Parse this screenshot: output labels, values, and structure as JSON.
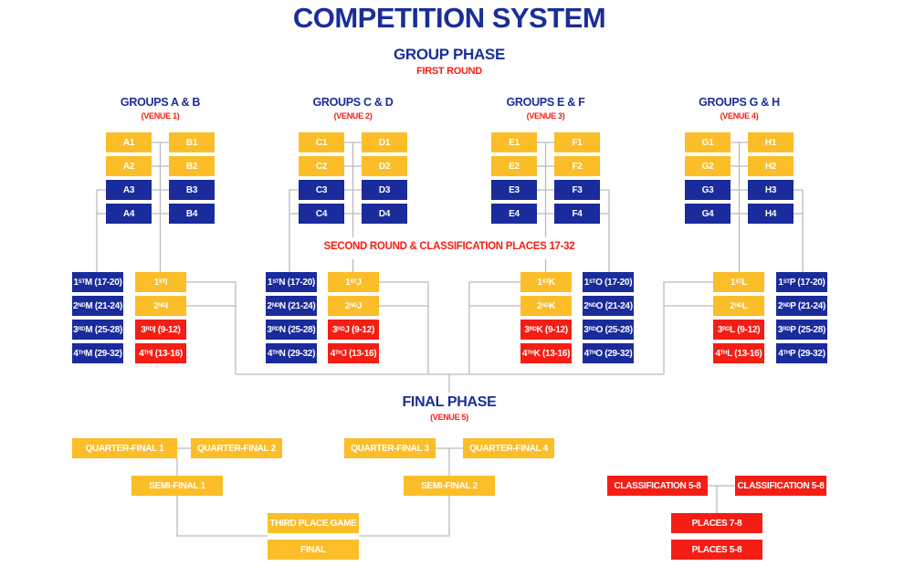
{
  "title": "COMPETITION SYSTEM",
  "group_phase": {
    "title": "GROUP PHASE",
    "subtitle": "FIRST ROUND"
  },
  "groups": [
    {
      "title": "GROUPS A & B",
      "venue": "(VENUE 1)",
      "left": [
        "A1",
        "A2",
        "A3",
        "A4"
      ],
      "right": [
        "B1",
        "B2",
        "B3",
        "B4"
      ]
    },
    {
      "title": "GROUPS C & D",
      "venue": "(VENUE 2)",
      "left": [
        "C1",
        "C2",
        "C3",
        "C4"
      ],
      "right": [
        "D1",
        "D2",
        "D3",
        "D4"
      ]
    },
    {
      "title": "GROUPS E & F",
      "venue": "(VENUE 3)",
      "left": [
        "E1",
        "E2",
        "E3",
        "E4"
      ],
      "right": [
        "F1",
        "F2",
        "F3",
        "F4"
      ]
    },
    {
      "title": "GROUPS G & H",
      "venue": "(VENUE 4)",
      "left": [
        "G1",
        "G2",
        "G3",
        "G4"
      ],
      "right": [
        "H1",
        "H2",
        "H3",
        "H4"
      ]
    }
  ],
  "second_round_title": "SECOND ROUND & CLASSIFICATION PLACES 17-32",
  "second_round": [
    {
      "group": "M",
      "type": "class",
      "items": [
        [
          "1",
          "ST",
          " M (17-20)"
        ],
        [
          "2",
          "ND",
          " M (21-24)"
        ],
        [
          "3",
          "RD",
          " M (25-28)"
        ],
        [
          "4",
          "TH",
          " M (29-32)"
        ]
      ]
    },
    {
      "group": "I",
      "type": "main",
      "items": [
        [
          "1",
          "ST",
          " I"
        ],
        [
          "2",
          "ND",
          " I"
        ],
        [
          "3",
          "RD",
          " I (9-12)"
        ],
        [
          "4",
          "TH",
          " I (13-16)"
        ]
      ]
    },
    {
      "group": "N",
      "type": "class",
      "items": [
        [
          "1",
          "ST",
          " N (17-20)"
        ],
        [
          "2",
          "ND",
          " N (21-24)"
        ],
        [
          "3",
          "RD",
          " N (25-28)"
        ],
        [
          "4",
          "TH",
          " N (29-32)"
        ]
      ]
    },
    {
      "group": "J",
      "type": "main",
      "items": [
        [
          "1",
          "ST",
          " J"
        ],
        [
          "2",
          "ND",
          " J"
        ],
        [
          "3",
          "RD",
          " J (9-12)"
        ],
        [
          "4",
          "TH",
          " J (13-16)"
        ]
      ]
    },
    {
      "group": "K",
      "type": "main",
      "items": [
        [
          "1",
          "ST",
          " K"
        ],
        [
          "2",
          "ND",
          " K"
        ],
        [
          "3",
          "RD",
          " K (9-12)"
        ],
        [
          "4",
          "TH",
          " K (13-16)"
        ]
      ]
    },
    {
      "group": "O",
      "type": "class",
      "items": [
        [
          "1",
          "ST",
          " O (17-20)"
        ],
        [
          "2",
          "ND",
          " O (21-24)"
        ],
        [
          "3",
          "RD",
          " O (25-28)"
        ],
        [
          "4",
          "TH",
          " O (29-32)"
        ]
      ]
    },
    {
      "group": "L",
      "type": "main",
      "items": [
        [
          "1",
          "ST",
          " L"
        ],
        [
          "2",
          "ND",
          " L"
        ],
        [
          "3",
          "RD",
          " L (9-12)"
        ],
        [
          "4",
          "TH",
          " L (13-16)"
        ]
      ]
    },
    {
      "group": "P",
      "type": "class",
      "items": [
        [
          "1",
          "ST",
          " P (17-20)"
        ],
        [
          "2",
          "ND",
          " P (21-24)"
        ],
        [
          "3",
          "RD",
          " P (25-28)"
        ],
        [
          "4",
          "TH",
          " P (29-32)"
        ]
      ]
    }
  ],
  "final_phase": {
    "title": "FINAL PHASE",
    "venue": "(VENUE 5)",
    "games": [
      "QUARTER-FINAL 1",
      "QUARTER-FINAL 2",
      "QUARTER-FINAL 3",
      "QUARTER-FINAL 4",
      "SEMI-FINAL 1",
      "SEMI-FINAL 2",
      "THIRD PLACE GAME",
      "FINAL"
    ],
    "classification": [
      "CLASSIFICATION 5-8",
      "CLASSIFICATION 5-8",
      "PLACES 7-8",
      "PLACES 5-8"
    ]
  },
  "colors": {
    "navy": "#1a2b9c",
    "yellow": "#fbbd28",
    "red": "#f41e14",
    "line": "#bbbbbb"
  }
}
